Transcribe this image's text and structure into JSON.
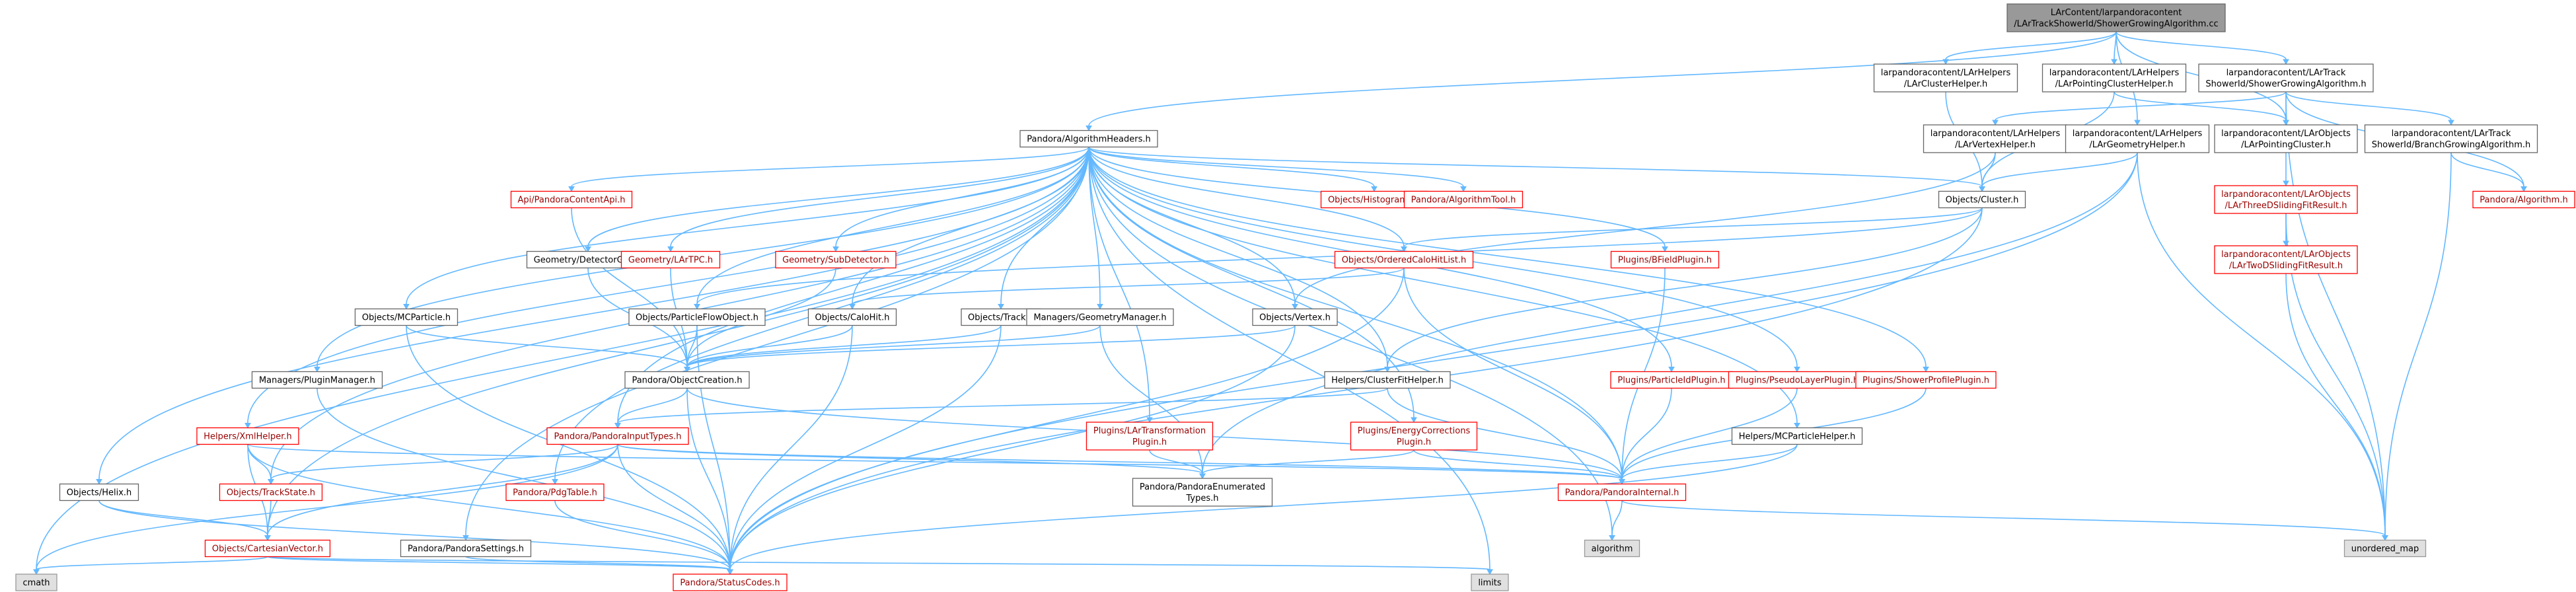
{
  "graph": {
    "nodes": [
      {
        "id": "root",
        "lines": [
          "LArContent/larpandoracontent",
          "/LArTrackShowerId/ShowerGrowingAlgorithm.cc"
        ],
        "style": "root",
        "link": false
      },
      {
        "id": "clusterhelper",
        "lines": [
          "larpandoracontent/LArHelpers",
          "/LArClusterHelper.h"
        ],
        "style": "normal",
        "link": true
      },
      {
        "id": "pointingclusterhelper",
        "lines": [
          "larpandoracontent/LArHelpers",
          "/LArPointingClusterHelper.h"
        ],
        "style": "normal",
        "link": true
      },
      {
        "id": "showergrowingalg",
        "lines": [
          "larpandoracontent/LArTrack",
          "ShowerId/ShowerGrowingAlgorithm.h"
        ],
        "style": "normal",
        "link": true
      },
      {
        "id": "algorithmheaders",
        "lines": [
          "Pandora/AlgorithmHeaders.h"
        ],
        "style": "normal",
        "link": true
      },
      {
        "id": "vertexhelper",
        "lines": [
          "larpandoracontent/LArHelpers",
          "/LArVertexHelper.h"
        ],
        "style": "normal",
        "link": true
      },
      {
        "id": "geometryhelper",
        "lines": [
          "larpandoracontent/LArHelpers",
          "/LArGeometryHelper.h"
        ],
        "style": "normal",
        "link": true
      },
      {
        "id": "pointingcluster",
        "lines": [
          "larpandoracontent/LArObjects",
          "/LArPointingCluster.h"
        ],
        "style": "normal",
        "link": true
      },
      {
        "id": "branchgrowing",
        "lines": [
          "larpandoracontent/LArTrack",
          "ShowerId/BranchGrowingAlgorithm.h"
        ],
        "style": "normal",
        "link": true
      },
      {
        "id": "pandoraalgorithm",
        "lines": [
          "Pandora/Algorithm.h"
        ],
        "style": "red",
        "link": true
      },
      {
        "id": "pandoracontentapi",
        "lines": [
          "Api/PandoraContentApi.h"
        ],
        "style": "red",
        "link": true
      },
      {
        "id": "histograms",
        "lines": [
          "Objects/Histograms.h"
        ],
        "style": "red",
        "link": true
      },
      {
        "id": "algorithmtool",
        "lines": [
          "Pandora/AlgorithmTool.h"
        ],
        "style": "red",
        "link": true
      },
      {
        "id": "cluster",
        "lines": [
          "Objects/Cluster.h"
        ],
        "style": "normal",
        "link": true
      },
      {
        "id": "threedsliding",
        "lines": [
          "larpandoracontent/LArObjects",
          "/LArThreeDSlidingFitResult.h"
        ],
        "style": "red",
        "link": true
      },
      {
        "id": "twodsliding",
        "lines": [
          "larpandoracontent/LArObjects",
          "/LArTwoDSlidingFitResult.h"
        ],
        "style": "red",
        "link": true
      },
      {
        "id": "detectorgap",
        "lines": [
          "Geometry/DetectorGap.h"
        ],
        "style": "normal",
        "link": true
      },
      {
        "id": "lartpc",
        "lines": [
          "Geometry/LArTPC.h"
        ],
        "style": "red",
        "link": true
      },
      {
        "id": "subdetector",
        "lines": [
          "Geometry/SubDetector.h"
        ],
        "style": "red",
        "link": true
      },
      {
        "id": "orderedcalohitlist",
        "lines": [
          "Objects/OrderedCaloHitList.h"
        ],
        "style": "red",
        "link": true
      },
      {
        "id": "bfieldplugin",
        "lines": [
          "Plugins/BFieldPlugin.h"
        ],
        "style": "red",
        "link": true
      },
      {
        "id": "mcparticle",
        "lines": [
          "Objects/MCParticle.h"
        ],
        "style": "normal",
        "link": true
      },
      {
        "id": "particleflowobject",
        "lines": [
          "Objects/ParticleFlowObject.h"
        ],
        "style": "normal",
        "link": true
      },
      {
        "id": "calohit",
        "lines": [
          "Objects/CaloHit.h"
        ],
        "style": "normal",
        "link": true
      },
      {
        "id": "track",
        "lines": [
          "Objects/Track.h"
        ],
        "style": "normal",
        "link": true
      },
      {
        "id": "geometrymanager",
        "lines": [
          "Managers/GeometryManager.h"
        ],
        "style": "normal",
        "link": true
      },
      {
        "id": "vertex",
        "lines": [
          "Objects/Vertex.h"
        ],
        "style": "normal",
        "link": true
      },
      {
        "id": "pluginmanager",
        "lines": [
          "Managers/PluginManager.h"
        ],
        "style": "normal",
        "link": true
      },
      {
        "id": "objectcreation",
        "lines": [
          "Pandora/ObjectCreation.h"
        ],
        "style": "normal",
        "link": true
      },
      {
        "id": "clusterfithelper",
        "lines": [
          "Helpers/ClusterFitHelper.h"
        ],
        "style": "normal",
        "link": true
      },
      {
        "id": "particleidplugin",
        "lines": [
          "Plugins/ParticleIdPlugin.h"
        ],
        "style": "red",
        "link": true
      },
      {
        "id": "pseudolayerplugin",
        "lines": [
          "Plugins/PseudoLayerPlugin.h"
        ],
        "style": "red",
        "link": true
      },
      {
        "id": "showerprofileplugin",
        "lines": [
          "Plugins/ShowerProfilePlugin.h"
        ],
        "style": "red",
        "link": true
      },
      {
        "id": "xmlhelper",
        "lines": [
          "Helpers/XmlHelper.h"
        ],
        "style": "red",
        "link": true
      },
      {
        "id": "pandorainputtypes",
        "lines": [
          "Pandora/PandoraInputTypes.h"
        ],
        "style": "red",
        "link": true
      },
      {
        "id": "lartransformation",
        "lines": [
          "Plugins/LArTransformation",
          "Plugin.h"
        ],
        "style": "red",
        "link": true
      },
      {
        "id": "energycorrections",
        "lines": [
          "Plugins/EnergyCorrections",
          "Plugin.h"
        ],
        "style": "red",
        "link": true
      },
      {
        "id": "mcparticlehelper",
        "lines": [
          "Helpers/MCParticleHelper.h"
        ],
        "style": "normal",
        "link": true
      },
      {
        "id": "helix",
        "lines": [
          "Objects/Helix.h"
        ],
        "style": "normal",
        "link": true
      },
      {
        "id": "trackstate",
        "lines": [
          "Objects/TrackState.h"
        ],
        "style": "red",
        "link": true
      },
      {
        "id": "pdgtable",
        "lines": [
          "Pandora/PdgTable.h"
        ],
        "style": "red",
        "link": true
      },
      {
        "id": "enumeratedtypes",
        "lines": [
          "Pandora/PandoraEnumerated",
          "Types.h"
        ],
        "style": "normal",
        "link": true
      },
      {
        "id": "pandorainternal",
        "lines": [
          "Pandora/PandoraInternal.h"
        ],
        "style": "red",
        "link": true
      },
      {
        "id": "cartesianvector",
        "lines": [
          "Objects/CartesianVector.h"
        ],
        "style": "red",
        "link": true
      },
      {
        "id": "pandorasettings",
        "lines": [
          "Pandora/PandoraSettings.h"
        ],
        "style": "normal",
        "link": true
      },
      {
        "id": "algorithm",
        "lines": [
          "algorithm"
        ],
        "style": "gray",
        "link": false
      },
      {
        "id": "unorderedmap",
        "lines": [
          "unordered_map"
        ],
        "style": "gray",
        "link": false
      },
      {
        "id": "cmath",
        "lines": [
          "cmath"
        ],
        "style": "gray",
        "link": false
      },
      {
        "id": "statuscodes",
        "lines": [
          "Pandora/StatusCodes.h"
        ],
        "style": "red",
        "link": true
      },
      {
        "id": "limits",
        "lines": [
          "limits"
        ],
        "style": "gray",
        "link": false
      }
    ],
    "edges": [
      [
        "root",
        "clusterhelper"
      ],
      [
        "root",
        "pointingclusterhelper"
      ],
      [
        "root",
        "showergrowingalg"
      ],
      [
        "root",
        "algorithmheaders"
      ],
      [
        "root",
        "geometryhelper"
      ],
      [
        "root",
        "pointingcluster"
      ],
      [
        "clusterhelper",
        "cluster"
      ],
      [
        "pointingclusterhelper",
        "cluster"
      ],
      [
        "pointingclusterhelper",
        "pointingcluster"
      ],
      [
        "showergrowingalg",
        "branchgrowing"
      ],
      [
        "showergrowingalg",
        "pandoraalgorithm"
      ],
      [
        "showergrowingalg",
        "vertexhelper"
      ],
      [
        "showergrowingalg",
        "pointingcluster"
      ],
      [
        "showergrowingalg",
        "unorderedmap"
      ],
      [
        "branchgrowing",
        "pandoraalgorithm"
      ],
      [
        "branchgrowing",
        "unorderedmap"
      ],
      [
        "vertexhelper",
        "cluster"
      ],
      [
        "vertexhelper",
        "vertex"
      ],
      [
        "geometryhelper",
        "cluster"
      ],
      [
        "geometryhelper",
        "statuscodes"
      ],
      [
        "geometryhelper",
        "unorderedmap"
      ],
      [
        "geometryhelper",
        "enumeratedtypes"
      ],
      [
        "pointingcluster",
        "threedsliding"
      ],
      [
        "threedsliding",
        "twodsliding"
      ],
      [
        "threedsliding",
        "unorderedmap"
      ],
      [
        "twodsliding",
        "unorderedmap"
      ],
      [
        "algorithmheaders",
        "pandoracontentapi"
      ],
      [
        "algorithmheaders",
        "histograms"
      ],
      [
        "algorithmheaders",
        "algorithmtool"
      ],
      [
        "algorithmheaders",
        "cluster"
      ],
      [
        "algorithmheaders",
        "detectorgap"
      ],
      [
        "algorithmheaders",
        "lartpc"
      ],
      [
        "algorithmheaders",
        "subdetector"
      ],
      [
        "algorithmheaders",
        "orderedcalohitlist"
      ],
      [
        "algorithmheaders",
        "bfieldplugin"
      ],
      [
        "algorithmheaders",
        "mcparticle"
      ],
      [
        "algorithmheaders",
        "particleflowobject"
      ],
      [
        "algorithmheaders",
        "calohit"
      ],
      [
        "algorithmheaders",
        "track"
      ],
      [
        "algorithmheaders",
        "geometrymanager"
      ],
      [
        "algorithmheaders",
        "vertex"
      ],
      [
        "algorithmheaders",
        "pluginmanager"
      ],
      [
        "algorithmheaders",
        "clusterfithelper"
      ],
      [
        "algorithmheaders",
        "particleidplugin"
      ],
      [
        "algorithmheaders",
        "pseudolayerplugin"
      ],
      [
        "algorithmheaders",
        "showerprofileplugin"
      ],
      [
        "algorithmheaders",
        "xmlhelper"
      ],
      [
        "algorithmheaders",
        "pandorainputtypes"
      ],
      [
        "algorithmheaders",
        "lartransformation"
      ],
      [
        "algorithmheaders",
        "energycorrections"
      ],
      [
        "algorithmheaders",
        "mcparticlehelper"
      ],
      [
        "algorithmheaders",
        "helix"
      ],
      [
        "algorithmheaders",
        "trackstate"
      ],
      [
        "algorithmheaders",
        "pdgtable"
      ],
      [
        "algorithmheaders",
        "cartesianvector"
      ],
      [
        "algorithmheaders",
        "pandorasettings"
      ],
      [
        "algorithmheaders",
        "pandorainternal"
      ],
      [
        "algorithmheaders",
        "cmath"
      ],
      [
        "algorithmheaders",
        "limits"
      ],
      [
        "algorithmheaders",
        "algorithm"
      ],
      [
        "pandoracontentapi",
        "objectcreation"
      ],
      [
        "detectorgap",
        "objectcreation"
      ],
      [
        "lartpc",
        "objectcreation"
      ],
      [
        "subdetector",
        "objectcreation"
      ],
      [
        "mcparticle",
        "objectcreation"
      ],
      [
        "particleflowobject",
        "objectcreation"
      ],
      [
        "calohit",
        "objectcreation"
      ],
      [
        "track",
        "objectcreation"
      ],
      [
        "vertex",
        "objectcreation"
      ],
      [
        "cluster",
        "orderedcalohitlist"
      ],
      [
        "cluster",
        "clusterfithelper"
      ],
      [
        "cluster",
        "statuscodes"
      ],
      [
        "cluster",
        "particleflowobject"
      ],
      [
        "orderedcalohitlist",
        "calohit"
      ],
      [
        "orderedcalohitlist",
        "pandorainternal"
      ],
      [
        "orderedcalohitlist",
        "statuscodes"
      ],
      [
        "bfieldplugin",
        "pandorainternal"
      ],
      [
        "mcparticle",
        "statuscodes"
      ],
      [
        "calohit",
        "statuscodes"
      ],
      [
        "track",
        "statuscodes"
      ],
      [
        "vertex",
        "statuscodes"
      ],
      [
        "particleflowobject",
        "statuscodes"
      ],
      [
        "geometrymanager",
        "enumeratedtypes"
      ],
      [
        "geometrymanager",
        "objectcreation"
      ],
      [
        "pluginmanager",
        "statuscodes"
      ],
      [
        "objectcreation",
        "pandorainputtypes"
      ],
      [
        "objectcreation",
        "statuscodes"
      ],
      [
        "objectcreation",
        "pandorainternal"
      ],
      [
        "clusterfithelper",
        "pandorainputtypes"
      ],
      [
        "clusterfithelper",
        "pandorainternal"
      ],
      [
        "particleidplugin",
        "pandorainternal"
      ],
      [
        "pseudolayerplugin",
        "pandorainternal"
      ],
      [
        "showerprofileplugin",
        "pandorainternal"
      ],
      [
        "xmlhelper",
        "trackstate"
      ],
      [
        "xmlhelper",
        "cartesianvector"
      ],
      [
        "xmlhelper",
        "pandorainternal"
      ],
      [
        "xmlhelper",
        "statuscodes"
      ],
      [
        "pandorainputtypes",
        "trackstate"
      ],
      [
        "pandorainputtypes",
        "cartesianvector"
      ],
      [
        "pandorainputtypes",
        "enumeratedtypes"
      ],
      [
        "pandorainputtypes",
        "pandorainternal"
      ],
      [
        "pandorainputtypes",
        "statuscodes"
      ],
      [
        "pandorainputtypes",
        "cmath"
      ],
      [
        "lartransformation",
        "enumeratedtypes"
      ],
      [
        "energycorrections",
        "enumeratedtypes"
      ],
      [
        "energycorrections",
        "pandorainternal"
      ],
      [
        "mcparticlehelper",
        "pandorainternal"
      ],
      [
        "mcparticlehelper",
        "statuscodes"
      ],
      [
        "helix",
        "cartesianvector"
      ],
      [
        "helix",
        "statuscodes"
      ],
      [
        "trackstate",
        "cartesianvector"
      ],
      [
        "pdgtable",
        "statuscodes"
      ],
      [
        "pandorasettings",
        "statuscodes"
      ],
      [
        "pandorainternal",
        "algorithm"
      ],
      [
        "pandorainternal",
        "unorderedmap"
      ],
      [
        "cartesianvector",
        "cmath"
      ],
      [
        "cartesianvector",
        "statuscodes"
      ],
      [
        "cartesianvector",
        "limits"
      ]
    ]
  }
}
